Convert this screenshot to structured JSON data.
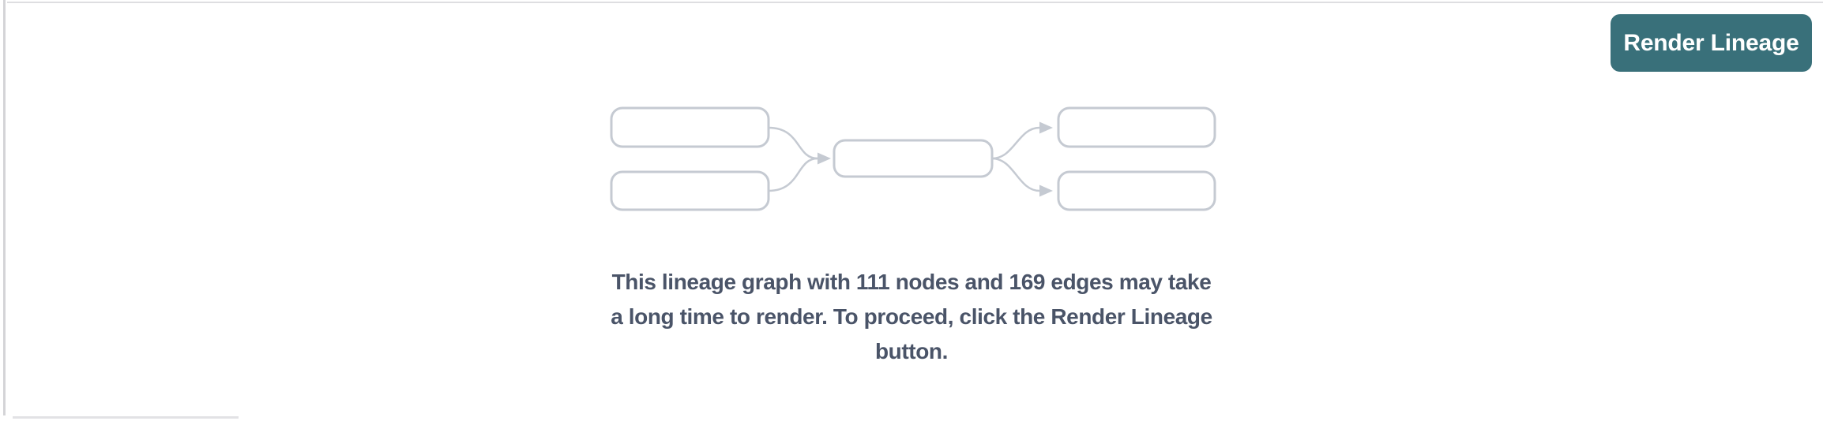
{
  "header": {
    "render_button": {
      "label": "Render Lineage",
      "background": "#39707a",
      "text_color": "#ffffff"
    }
  },
  "placeholder": {
    "diagram": {
      "description": "lineage-graph-preview: 2 source nodes feeding 1 middle node feeding 2 target nodes",
      "node_fill": "#ffffff",
      "node_stroke": "#c5cad2",
      "edge_stroke": "#c5cad2"
    },
    "message_lines": [
      "This lineage graph with 111 nodes and 169 edges may take",
      "a long time to render. To proceed, click the Render Lineage",
      "button."
    ],
    "message_full": "This lineage graph with 111 nodes and 169 edges may take a long time to render. To proceed, click the Render Lineage button.",
    "node_count": "111",
    "edge_count": "169",
    "message_color": "#4a5468"
  }
}
